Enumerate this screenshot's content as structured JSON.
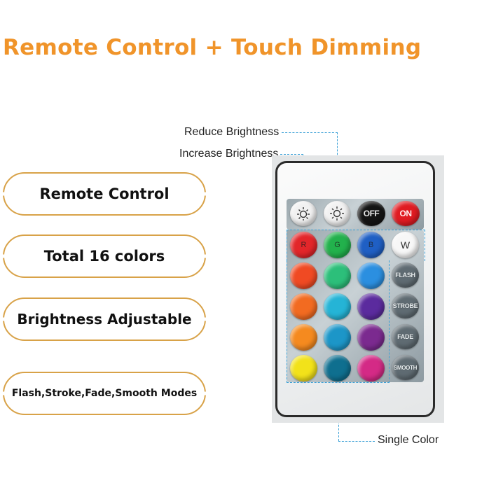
{
  "title": "Remote Control + Touch Dimming",
  "features": [
    "Remote Control",
    "Total 16 colors",
    "Brightness Adjustable",
    "Flash,Stroke,Fade,Smooth Modes"
  ],
  "callouts": {
    "reduce_brightness": "Reduce Brightness",
    "increase_brightness": "Increase Brightness",
    "single_color": "Single Color"
  },
  "remote": {
    "brightness_up_icon": "sun-up-icon",
    "brightness_down_icon": "sun-down-icon",
    "off_label": "OFF",
    "on_label": "ON",
    "r_label": "R",
    "g_label": "G",
    "b_label": "B",
    "w_label": "W",
    "flash_label": "FLASH",
    "strobe_label": "STROBE",
    "fade_label": "FADE",
    "smooth_label": "SMOOTH"
  },
  "colors": {
    "title": "#f0942a",
    "pill_border": "#d8a248",
    "callout_line": "#3aa0d6",
    "red": "#e3262a",
    "green": "#22b14c",
    "blue": "#1f5fc4",
    "white": "#ffffff"
  }
}
